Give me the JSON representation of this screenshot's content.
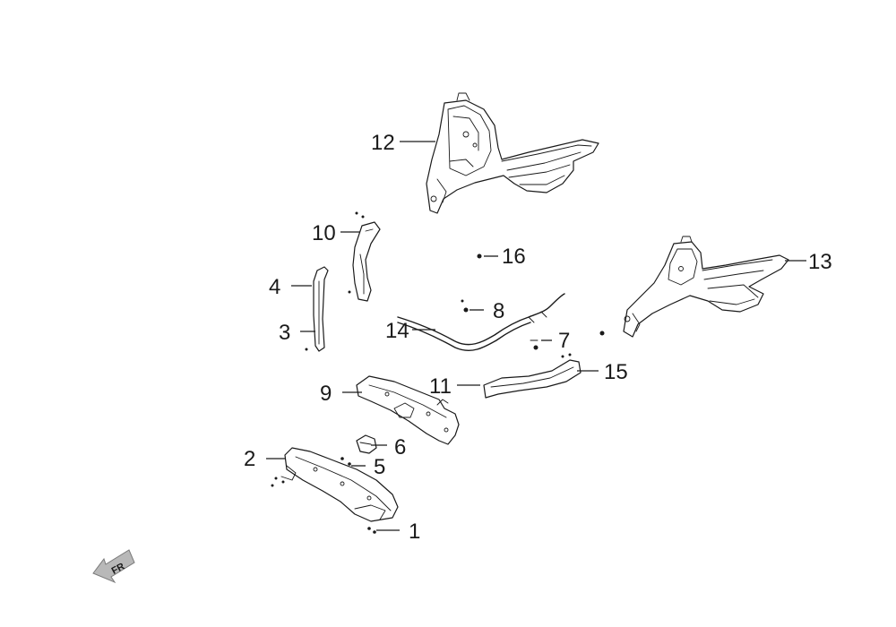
{
  "diagram": {
    "callouts": {
      "c1": "1",
      "c2": "2",
      "c3": "3",
      "c4": "4",
      "c5": "5",
      "c6": "6",
      "c7": "7",
      "c8": "8",
      "c9": "9",
      "c10": "10",
      "c11": "11",
      "c12": "12",
      "c13": "13",
      "c14": "14",
      "c15": "15",
      "c16": "16"
    },
    "direction_indicator": "FR",
    "colors": {
      "line": "#1a1a1a",
      "fill": "#ffffff",
      "arrow": "#b8b8b8"
    }
  }
}
